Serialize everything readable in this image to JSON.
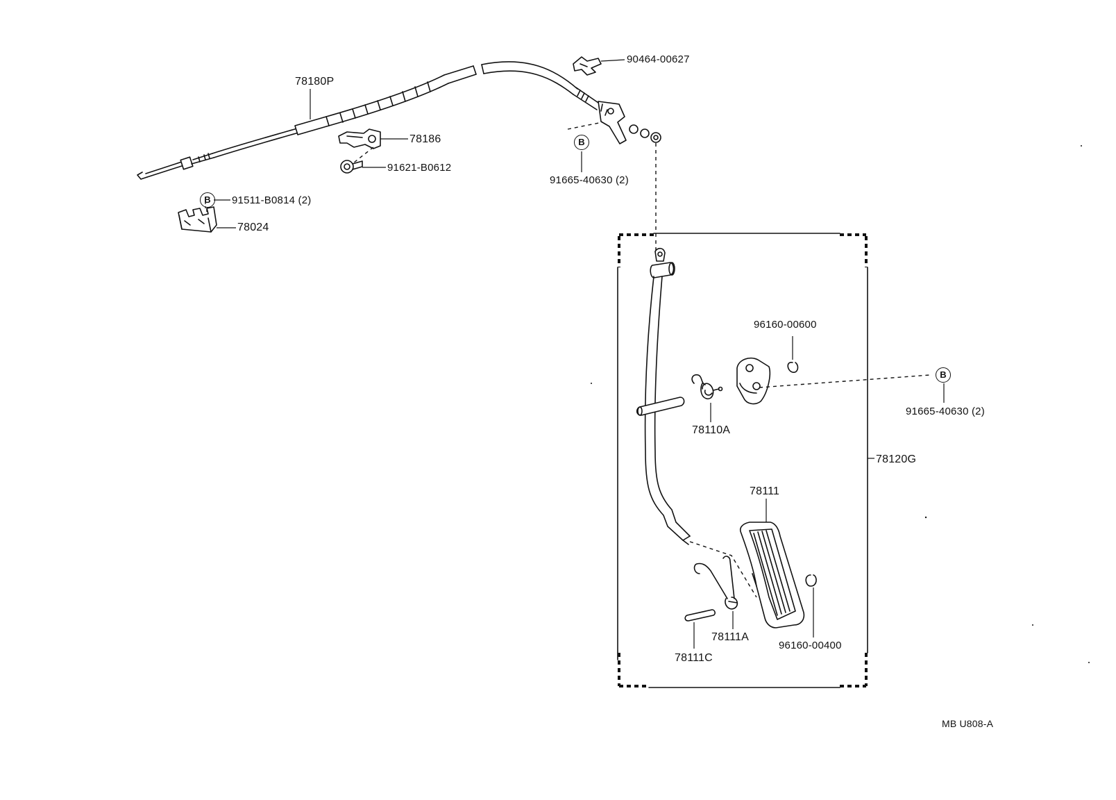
{
  "labels": {
    "cable_assy": "78180P",
    "clamp": "78186",
    "bolt": "91621-B0612",
    "bolt_b_left": "91511-B0814 (2)",
    "bracket_clamp": "78024",
    "clip_top": "90464-00627",
    "bolt_b_top": "91665-40630 (2)",
    "ring_upper": "96160-00600",
    "bolt_b_right": "91665-40630 (2)",
    "spring": "78110A",
    "pedal_assy": "78120G",
    "pedal_pad": "78111",
    "return_spring": "78111A",
    "pin": "78111C",
    "ring_lower": "96160-00400",
    "drawing_code": "MB U808-A"
  },
  "marker": {
    "letter": "B"
  }
}
